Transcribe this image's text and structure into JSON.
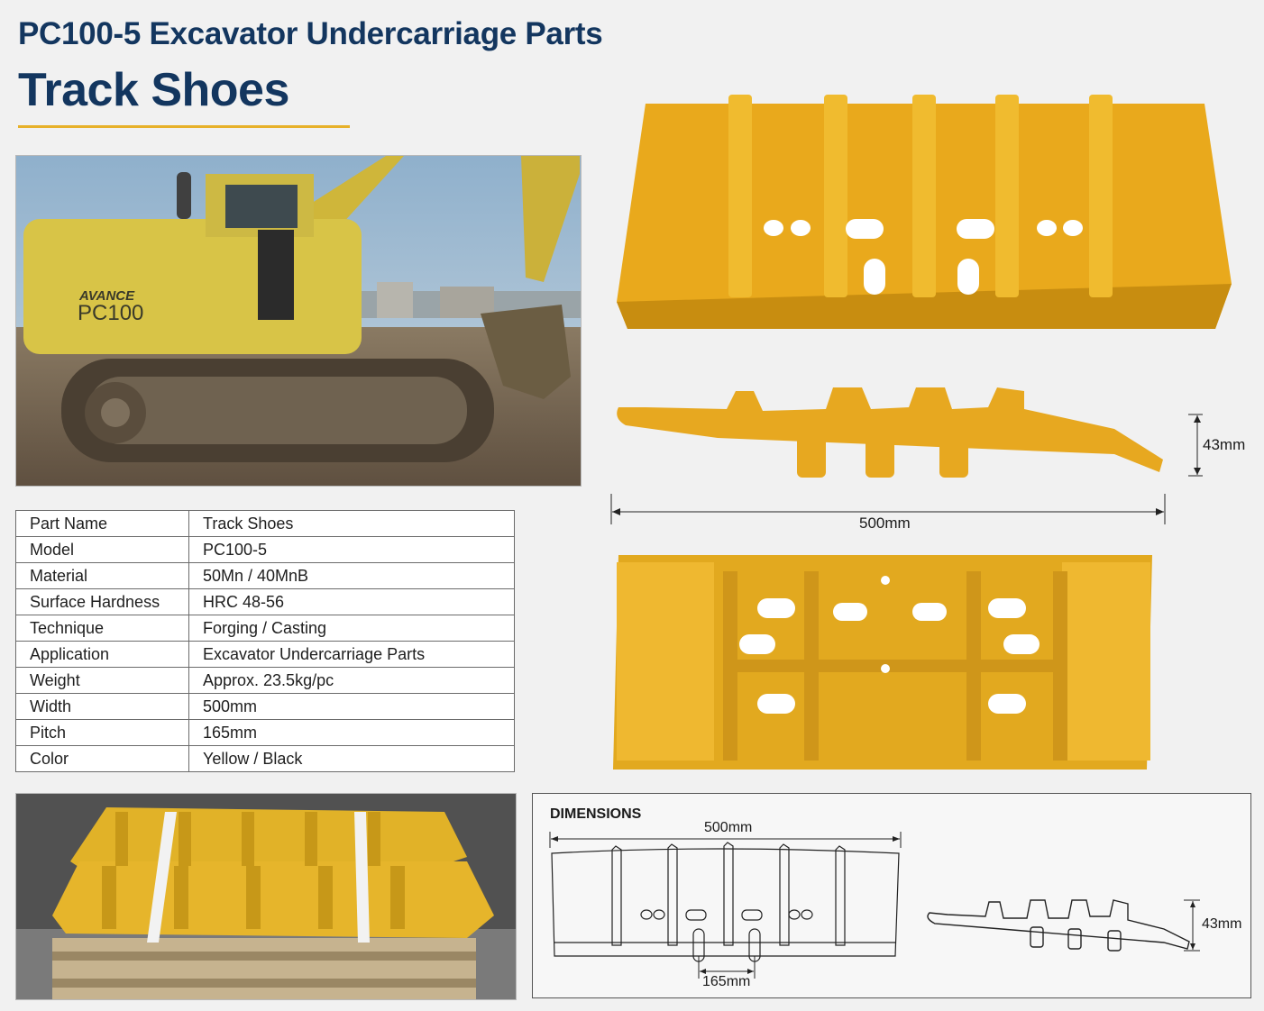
{
  "header": {
    "title": "PC100-5 Excavator Undercarriage Parts",
    "subtitle": "Track Shoes"
  },
  "photo": {
    "brand": "AVANCE",
    "model": "PC100"
  },
  "specs": [
    {
      "label": "Part Name",
      "value": "Track Shoes"
    },
    {
      "label": "Model",
      "value": "PC100-5"
    },
    {
      "label": "Material",
      "value": "50Mn / 40MnB"
    },
    {
      "label": "Surface Hardness",
      "value": "HRC 48-56"
    },
    {
      "label": "Technique",
      "value": "Forging / Casting"
    },
    {
      "label": "Application",
      "value": "Excavator Undercarriage Parts"
    },
    {
      "label": "Weight",
      "value": "Approx. 23.5kg/pc"
    },
    {
      "label": "Width",
      "value": "500mm"
    },
    {
      "label": "Pitch",
      "value": "165mm"
    },
    {
      "label": "Color",
      "value": "Yellow / Black"
    }
  ],
  "product_views": {
    "height_label": "43mm",
    "width_label": "500mm"
  },
  "dimensions": {
    "title": "DIMENSIONS",
    "width_label": "500mm",
    "pitch_label": "165mm",
    "height_label": "43mm"
  },
  "colors": {
    "title_navy": "#13365f",
    "accent_gold": "#e7b12a",
    "shoe_yellow": "#e9a91c"
  }
}
